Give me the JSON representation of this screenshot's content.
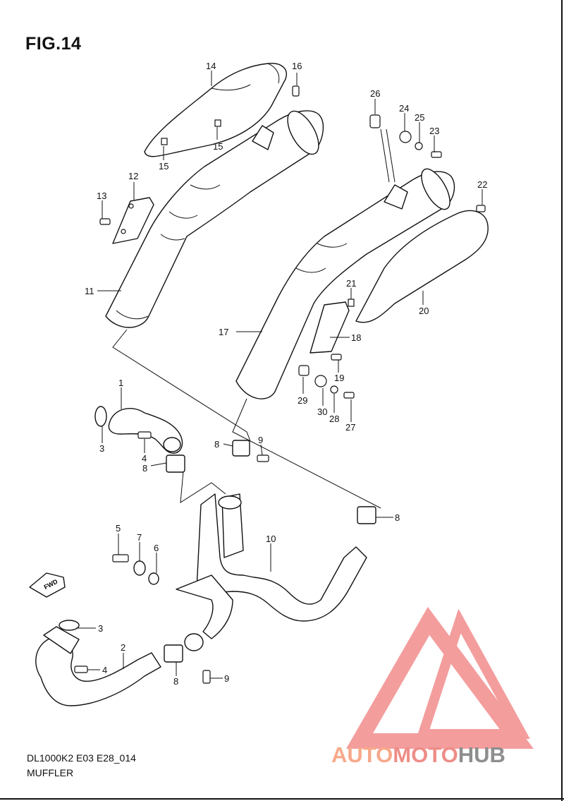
{
  "title": "FIG.14",
  "footer": {
    "code": "DL1000K2 E03 E28_014",
    "name": "MUFFLER"
  },
  "fwd_label": "FWD",
  "watermark": {
    "part1": "AUTO",
    "part2": "MOTO",
    "part3": "HUB",
    "colors": {
      "auto": "#f7a98a",
      "moto": "#ee8d87",
      "hub": "#8e8e8e",
      "logo": "#f28c8c"
    }
  },
  "callouts": [
    {
      "id": "c14",
      "label": "14"
    },
    {
      "id": "c16",
      "label": "16"
    },
    {
      "id": "c15a",
      "label": "15"
    },
    {
      "id": "c15b",
      "label": "15"
    },
    {
      "id": "c12",
      "label": "12"
    },
    {
      "id": "c13",
      "label": "13"
    },
    {
      "id": "c11",
      "label": "11"
    },
    {
      "id": "c26",
      "label": "26"
    },
    {
      "id": "c24",
      "label": "24"
    },
    {
      "id": "c25",
      "label": "25"
    },
    {
      "id": "c23",
      "label": "23"
    },
    {
      "id": "c22",
      "label": "22"
    },
    {
      "id": "c21",
      "label": "21"
    },
    {
      "id": "c20",
      "label": "20"
    },
    {
      "id": "c17",
      "label": "17"
    },
    {
      "id": "c18",
      "label": "18"
    },
    {
      "id": "c19",
      "label": "19"
    },
    {
      "id": "c29",
      "label": "29"
    },
    {
      "id": "c30",
      "label": "30"
    },
    {
      "id": "c28",
      "label": "28"
    },
    {
      "id": "c27",
      "label": "27"
    },
    {
      "id": "c1",
      "label": "1"
    },
    {
      "id": "c3a",
      "label": "3"
    },
    {
      "id": "c4a",
      "label": "4"
    },
    {
      "id": "c8a",
      "label": "8"
    },
    {
      "id": "c8b",
      "label": "8"
    },
    {
      "id": "c9a",
      "label": "9"
    },
    {
      "id": "c8c",
      "label": "8"
    },
    {
      "id": "c10",
      "label": "10"
    },
    {
      "id": "c5",
      "label": "5"
    },
    {
      "id": "c7",
      "label": "7"
    },
    {
      "id": "c6",
      "label": "6"
    },
    {
      "id": "c3b",
      "label": "3"
    },
    {
      "id": "c2",
      "label": "2"
    },
    {
      "id": "c4b",
      "label": "4"
    },
    {
      "id": "c8d",
      "label": "8"
    },
    {
      "id": "c9b",
      "label": "9"
    }
  ]
}
